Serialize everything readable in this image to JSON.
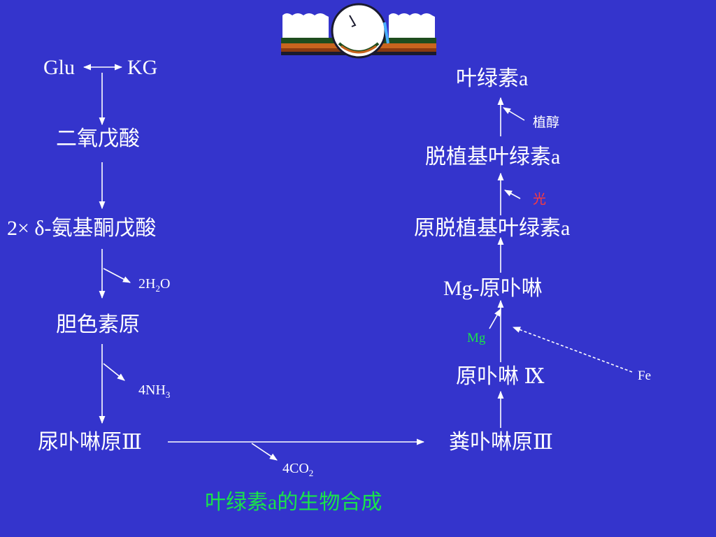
{
  "left_chain": {
    "glu": "Glu",
    "kg": "KG",
    "step1": "二氧戊酸",
    "step2": "2× δ-氨基酮戊酸",
    "byproduct1_main": "2H",
    "byproduct1_sub": "2",
    "byproduct1_tail": "O",
    "step3": "胆色素原",
    "byproduct2_main": "4NH",
    "byproduct2_sub": "3",
    "step4": "尿卟啉原Ⅲ"
  },
  "bottom": {
    "byproduct_main": "4CO",
    "byproduct_sub": "2",
    "caption": "叶绿素a的生物合成"
  },
  "right_chain": {
    "step5": "粪卟啉原Ⅲ",
    "step6": "原卟啉 Ⅸ",
    "mg_label": "Mg",
    "fe_label": "Fe",
    "step7": "Mg-原卟啉",
    "step8": "原脱植基叶绿素a",
    "light_label": "光",
    "step9": "脱植基叶绿素a",
    "phytol_label": "植醇",
    "step10": "叶绿素a"
  },
  "colors": {
    "background": "#3434cc",
    "text": "#ffffff",
    "light": "#ff3b3b",
    "mg": "#19e34a",
    "caption": "#19e34a"
  }
}
